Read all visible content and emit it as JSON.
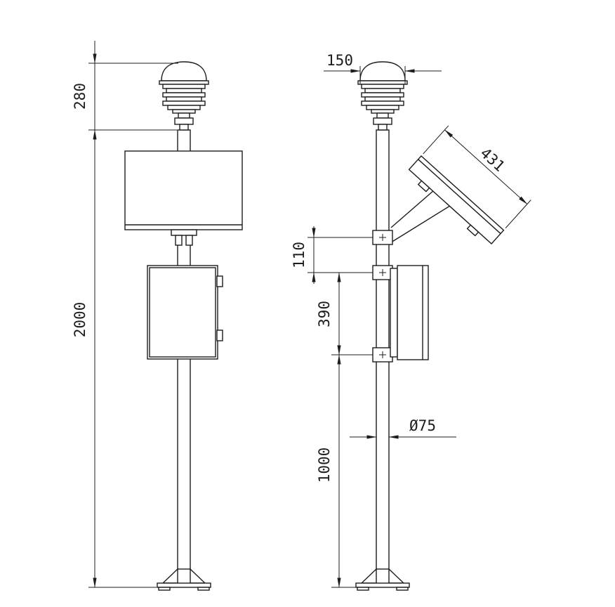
{
  "drawing": {
    "type": "technical-dimension-drawing",
    "subject": "weather-station-pole",
    "views": {
      "front": {
        "name": "front-view"
      },
      "side": {
        "name": "side-view"
      }
    },
    "dimensions": {
      "sensor_height": "280",
      "pole_total_height": "2000",
      "sensor_width": "150",
      "solar_panel_length": "431",
      "bracket_gap": "110",
      "cabinet_section": "390",
      "lower_pole_section": "1000",
      "pole_diameter": "Ø75"
    },
    "colors": {
      "line": "#1c1c1c",
      "background": "#ffffff"
    }
  }
}
